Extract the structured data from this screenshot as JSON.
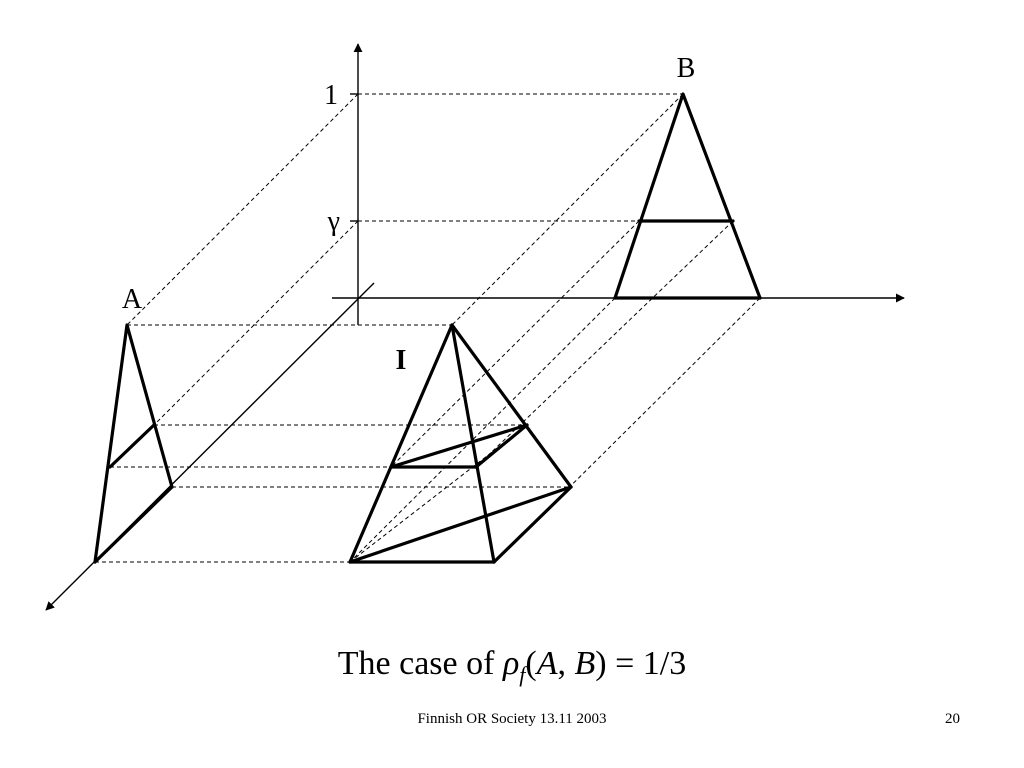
{
  "diagram": {
    "labels": {
      "axis_top_value": "1",
      "axis_gamma": "γ",
      "set_a": "A",
      "set_b": "B",
      "set_i": "I"
    }
  },
  "caption": {
    "prefix": "The case of ",
    "symbol": "ρ",
    "subscript": "f",
    "open_paren": "(",
    "arg1": "A",
    "comma": ", ",
    "arg2": "B",
    "suffix": ") = 1/3"
  },
  "footer": {
    "center": "Finnish OR Society 13.11 2003",
    "page_number": "20"
  }
}
